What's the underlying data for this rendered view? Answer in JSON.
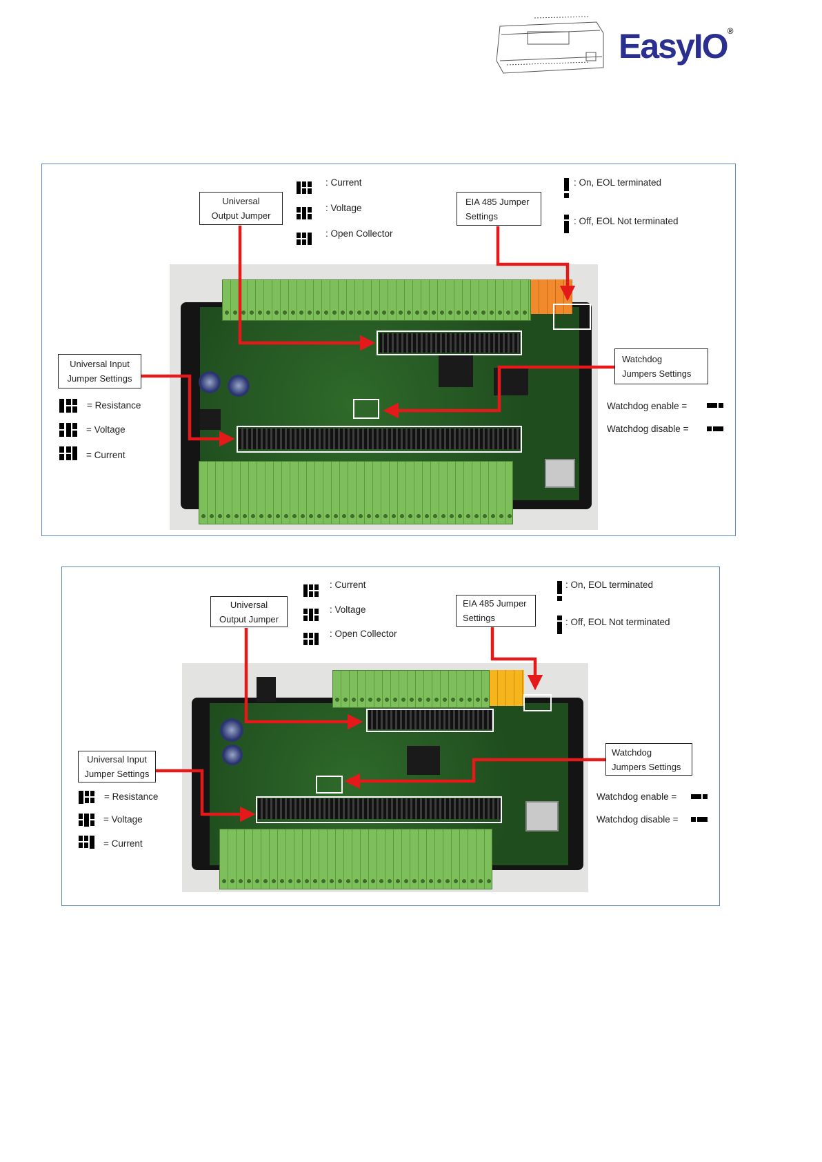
{
  "header": {
    "brand": "EasyIO",
    "registered": "®"
  },
  "legend_output": {
    "current": ": Current",
    "voltage": ": Voltage",
    "open_collector": ": Open Collector"
  },
  "legend_eol": {
    "on": ": On, EOL terminated",
    "off": ": Off, EOL Not terminated"
  },
  "legend_input": {
    "resistance": "= Resistance",
    "voltage": "= Voltage",
    "current": "= Current"
  },
  "callouts": {
    "output": "Universal\nOutput Jumper",
    "eia": "EIA 485 Jumper\nSettings",
    "input": "Universal Input\nJumper Settings",
    "watchdog": "Watchdog\nJumpers Settings"
  },
  "watchdog": {
    "enable": "Watchdog  enable  =",
    "disable": "Watchdog  disable  ="
  },
  "colors": {
    "arrow": "#e41a1a",
    "brand": "#2b2f8f",
    "brand_accent": "#e01e2b",
    "panel_border": "#5b86b3"
  }
}
